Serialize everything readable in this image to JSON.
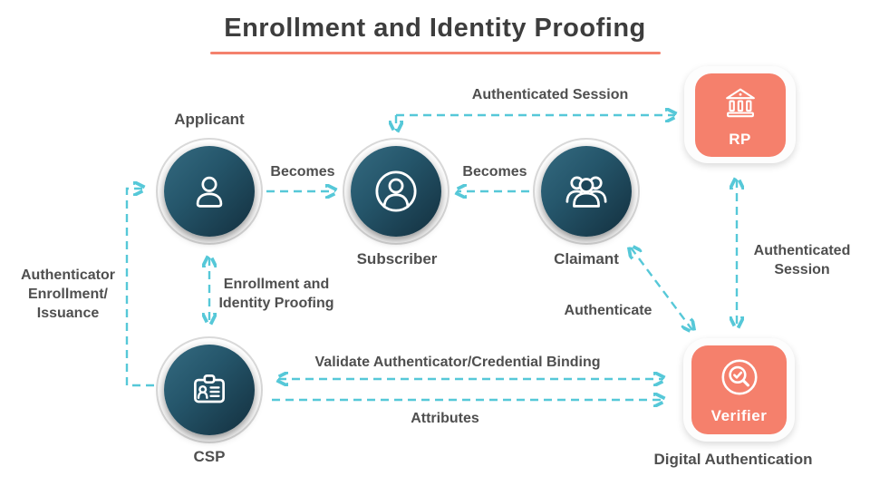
{
  "title": "Enrollment and Identity Proofing",
  "colors": {
    "accent_salmon": "#F5806C",
    "underline_salmon": "#F4816D",
    "arrow_cyan": "#56C8D8",
    "node_teal_light": "#356B81",
    "node_teal_dark": "#132F3E",
    "label_gray": "#4F4F4F",
    "title_gray": "#3D3D3D",
    "ring_gray": "#D9D9D9"
  },
  "nodes": {
    "applicant": {
      "label": "Applicant",
      "icon": "person-icon"
    },
    "subscriber": {
      "label": "Subscriber",
      "icon": "person-circle-icon"
    },
    "claimant": {
      "label": "Claimant",
      "icon": "group-icon"
    },
    "csp": {
      "label": "CSP",
      "icon": "id-card-icon"
    },
    "rp": {
      "label": "RP",
      "icon": "bank-icon"
    },
    "verifier": {
      "label": "Verifier",
      "icon": "magnifier-check-icon",
      "caption": "Digital Authentication"
    }
  },
  "edges": {
    "becomes_applicant_subscriber": {
      "label": "Becomes"
    },
    "becomes_claimant_subscriber": {
      "label": "Becomes"
    },
    "authenticated_session_top": {
      "label": "Authenticated Session"
    },
    "authenticated_session_right": {
      "label_lines": [
        "Authenticated",
        "Session"
      ]
    },
    "authenticate": {
      "label": "Authenticate"
    },
    "enrollment_identity_proofing": {
      "label_lines": [
        "Enrollment and",
        "Identity Proofing"
      ]
    },
    "authenticator_enrollment_issuance": {
      "label_lines": [
        "Authenticator",
        "Enrollment/",
        "Issuance"
      ]
    },
    "validate_binding": {
      "label": "Validate Authenticator/Credential Binding"
    },
    "attributes": {
      "label": "Attributes"
    }
  }
}
